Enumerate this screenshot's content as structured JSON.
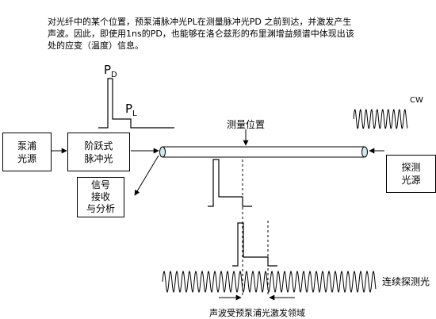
{
  "intro": {
    "line1": "对光纤中的某个位置，预泵浦脉冲光PL在测量脉冲光PD 之前到达，并激发产生",
    "line2": "声波。因此，即使用1ns的PD，也能够在洛仑兹形的布里渊增益频谱中体现出该",
    "line3": "处的应变（温度）信息。"
  },
  "labels": {
    "pd": "P",
    "pd_sub": "D",
    "pl": "P",
    "pl_sub": "L",
    "cw": "CW",
    "measure_position": "测量位置",
    "continuous_probe": "连续探测光",
    "acoustic_region": "声波受预泵浦光激发领域"
  },
  "boxes": {
    "pump_source": "泵浦\n光源",
    "step_pulse": "阶跃式\n脉冲光",
    "signal_analysis": "信号\n接收\n与分析",
    "probe_source": "探测\n光源"
  }
}
